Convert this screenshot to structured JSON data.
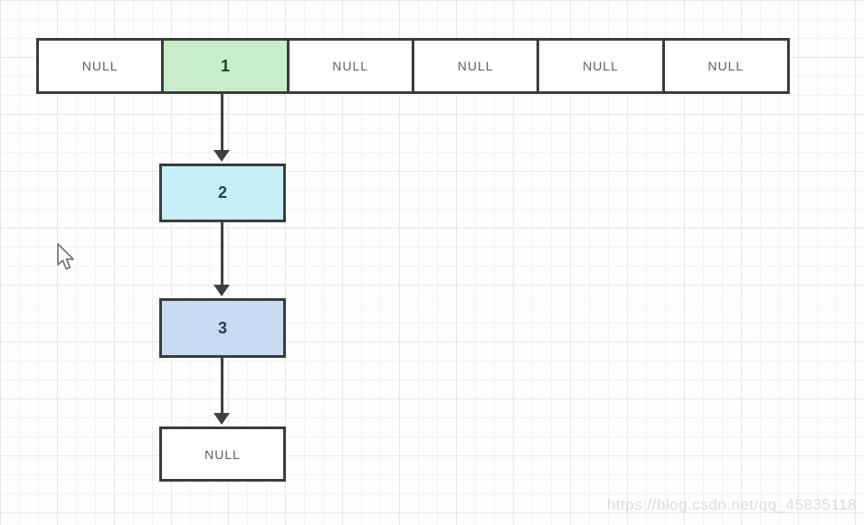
{
  "array": {
    "cells": [
      {
        "label": "NULL",
        "type": "empty"
      },
      {
        "label": "1",
        "type": "occupied"
      },
      {
        "label": "NULL",
        "type": "empty"
      },
      {
        "label": "NULL",
        "type": "empty"
      },
      {
        "label": "NULL",
        "type": "empty"
      },
      {
        "label": "NULL",
        "type": "empty"
      }
    ]
  },
  "chain": {
    "nodes": [
      {
        "label": "2"
      },
      {
        "label": "3"
      },
      {
        "label": "NULL"
      }
    ]
  },
  "watermark": {
    "text": "https://blog.csdn.net/qq_45835118"
  },
  "colors": {
    "grid_minor": "#f4f1f1",
    "grid_major": "#eae6e7",
    "box_border": "#3c3c3c",
    "null_text": "#5e5e5e",
    "green_fill": "#c9edca",
    "green_text": "#24402a",
    "cyan_fill": "#c8eef6",
    "cyan_text": "#1e4752",
    "blue_fill": "#c9daf3",
    "blue_text": "#27395e",
    "arrow": "#3f3f3f",
    "watermark": "#dfdbdb"
  }
}
